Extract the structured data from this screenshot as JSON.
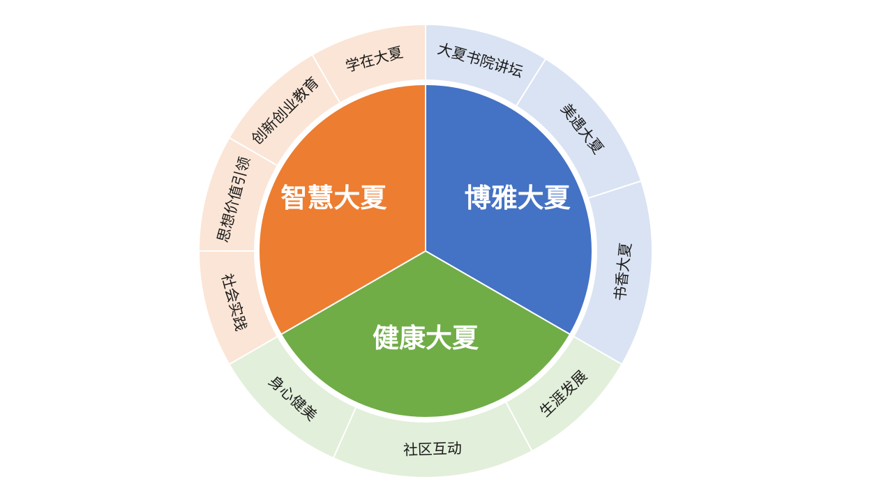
{
  "diagram": {
    "sectors": [
      {
        "title": "博雅大夏",
        "color": "#4472C4",
        "light_color": "#DAE3F3",
        "items": [
          "大夏书院讲坛",
          "美遇大夏",
          "书香大夏"
        ]
      },
      {
        "title": "健康大夏",
        "color": "#70AD47",
        "light_color": "#E2EFDA",
        "items": [
          "生涯发展",
          "社区互动",
          "身心健美"
        ]
      },
      {
        "title": "智慧大夏",
        "color": "#ED7D31",
        "light_color": "#FBE5D6",
        "items": [
          "社会实践",
          "思想价值引领",
          "创新创业教育",
          "学在大夏"
        ]
      }
    ]
  }
}
